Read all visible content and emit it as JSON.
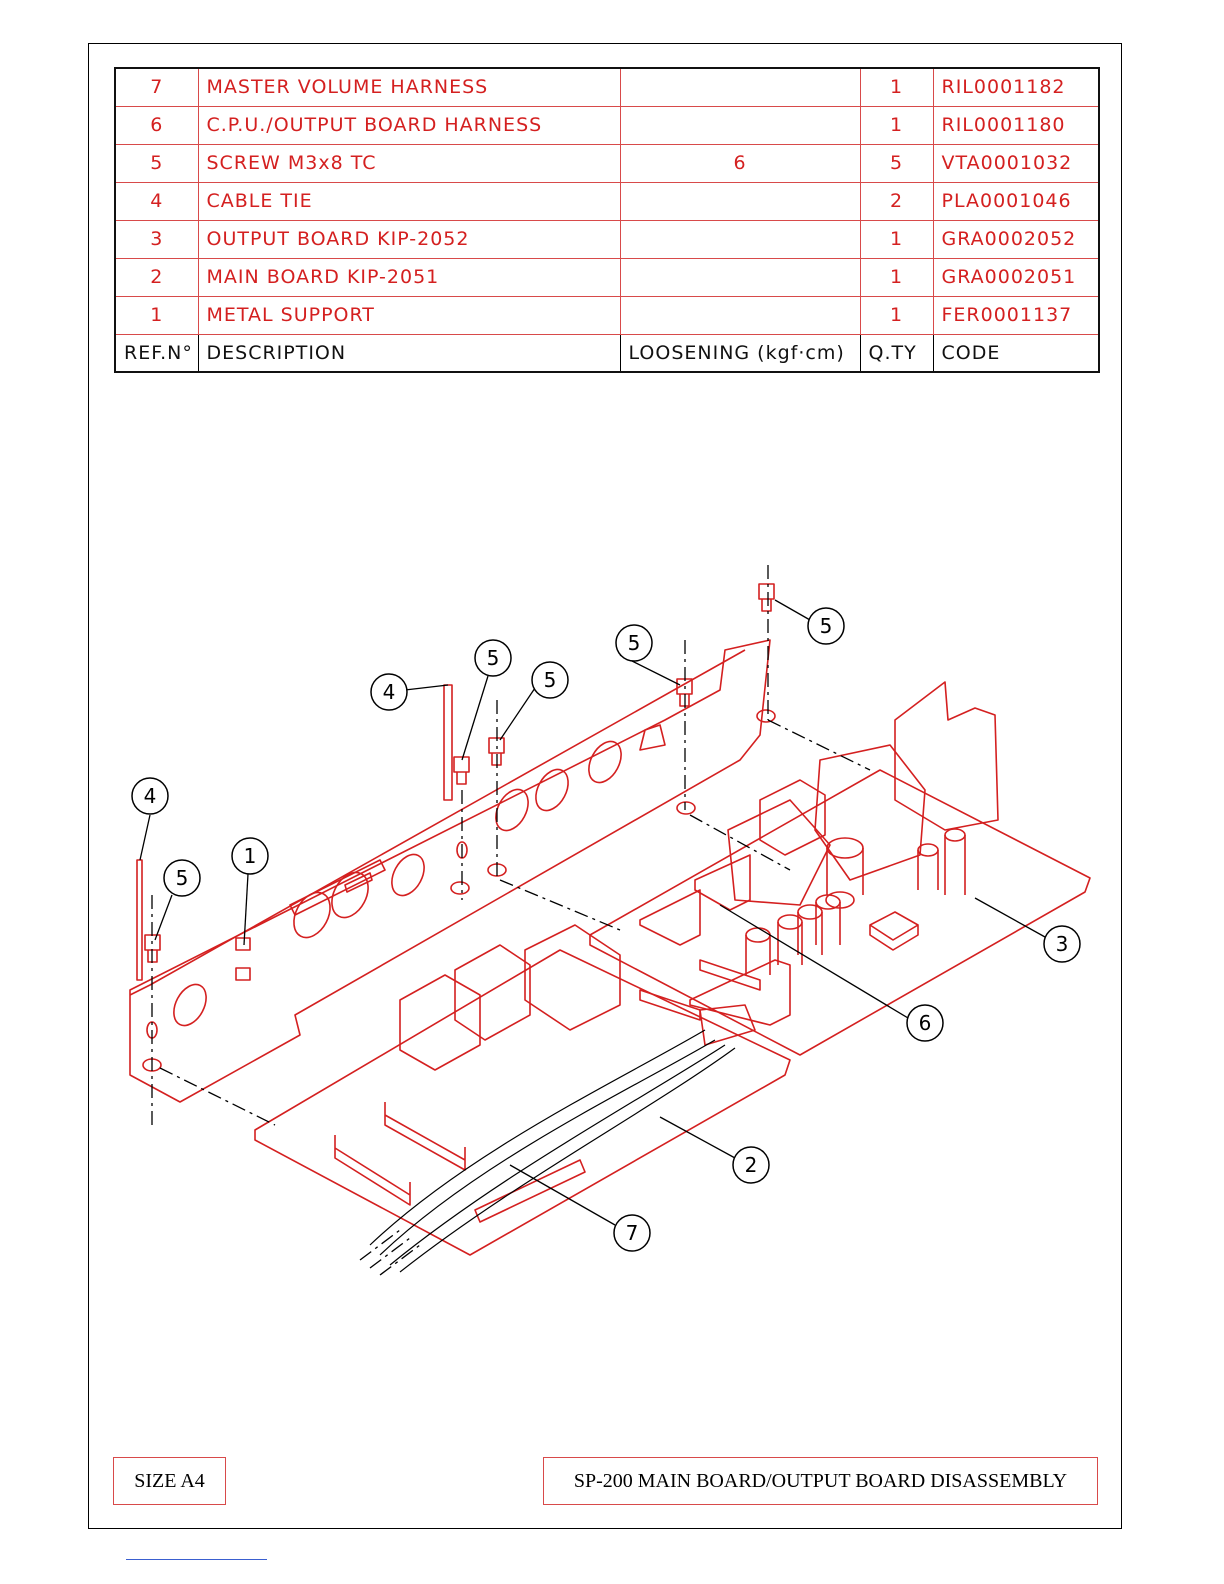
{
  "bom": {
    "header": {
      "ref": "REF.N°",
      "description": "DESCRIPTION",
      "loosening": "LOOSENING (kgf·cm)",
      "qty": "Q.TY",
      "code": "CODE"
    },
    "rows": [
      {
        "ref": "7",
        "description": "MASTER  VOLUME  HARNESS",
        "loosening": "",
        "qty": "1",
        "code": "RIL0001182"
      },
      {
        "ref": "6",
        "description": "C.P.U./OUTPUT  BOARD  HARNESS",
        "loosening": "",
        "qty": "1",
        "code": "RIL0001180"
      },
      {
        "ref": "5",
        "description": "SCREW  M3x8  TC",
        "loosening": "6",
        "qty": "5",
        "code": "VTA0001032"
      },
      {
        "ref": "4",
        "description": "CABLE  TIE",
        "loosening": "",
        "qty": "2",
        "code": "PLA0001046"
      },
      {
        "ref": "3",
        "description": "OUTPUT  BOARD  KIP-2052",
        "loosening": "",
        "qty": "1",
        "code": "GRA0002052"
      },
      {
        "ref": "2",
        "description": "MAIN  BOARD  KIP-2051",
        "loosening": "",
        "qty": "1",
        "code": "GRA0002051"
      },
      {
        "ref": "1",
        "description": "METAL  SUPPORT",
        "loosening": "",
        "qty": "1",
        "code": "FER0001137"
      }
    ]
  },
  "callouts": [
    "5",
    "5",
    "4",
    "5",
    "5",
    "4",
    "1",
    "5",
    "3",
    "6",
    "2",
    "7"
  ],
  "title_block": {
    "size": "SIZE A4",
    "title": "SP-200 MAIN BOARD/OUTPUT BOARD DISASSEMBLY"
  },
  "colors": {
    "line": "#d42020",
    "ink": "#000000"
  }
}
